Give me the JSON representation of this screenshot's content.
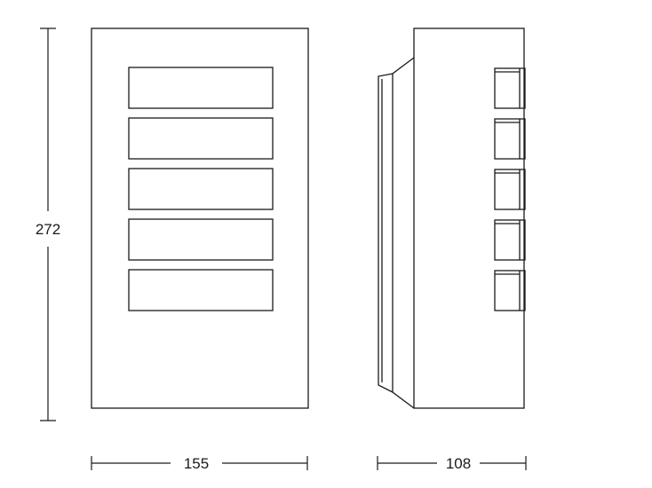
{
  "dimensions": {
    "height_label": "272",
    "width_label": "155",
    "depth_label": "108"
  },
  "front_view": {
    "slot_count": 5
  },
  "side_view": {
    "button_count": 5
  }
}
